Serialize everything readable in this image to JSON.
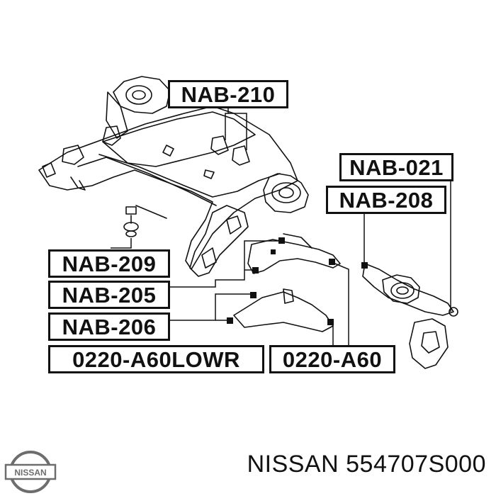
{
  "labels": {
    "nab210": "NAB-210",
    "nab021": "NAB-021",
    "nab208": "NAB-208",
    "nab209": "NAB-209",
    "nab205": "NAB-205",
    "nab206": "NAB-206",
    "lowr": "0220-A60LOWR",
    "a60": "0220-A60"
  },
  "footer": {
    "brand": "NISSAN",
    "part_number": "554707S000",
    "logo_text": "NISSAN"
  },
  "colors": {
    "line": "#111111",
    "background": "#ffffff"
  }
}
